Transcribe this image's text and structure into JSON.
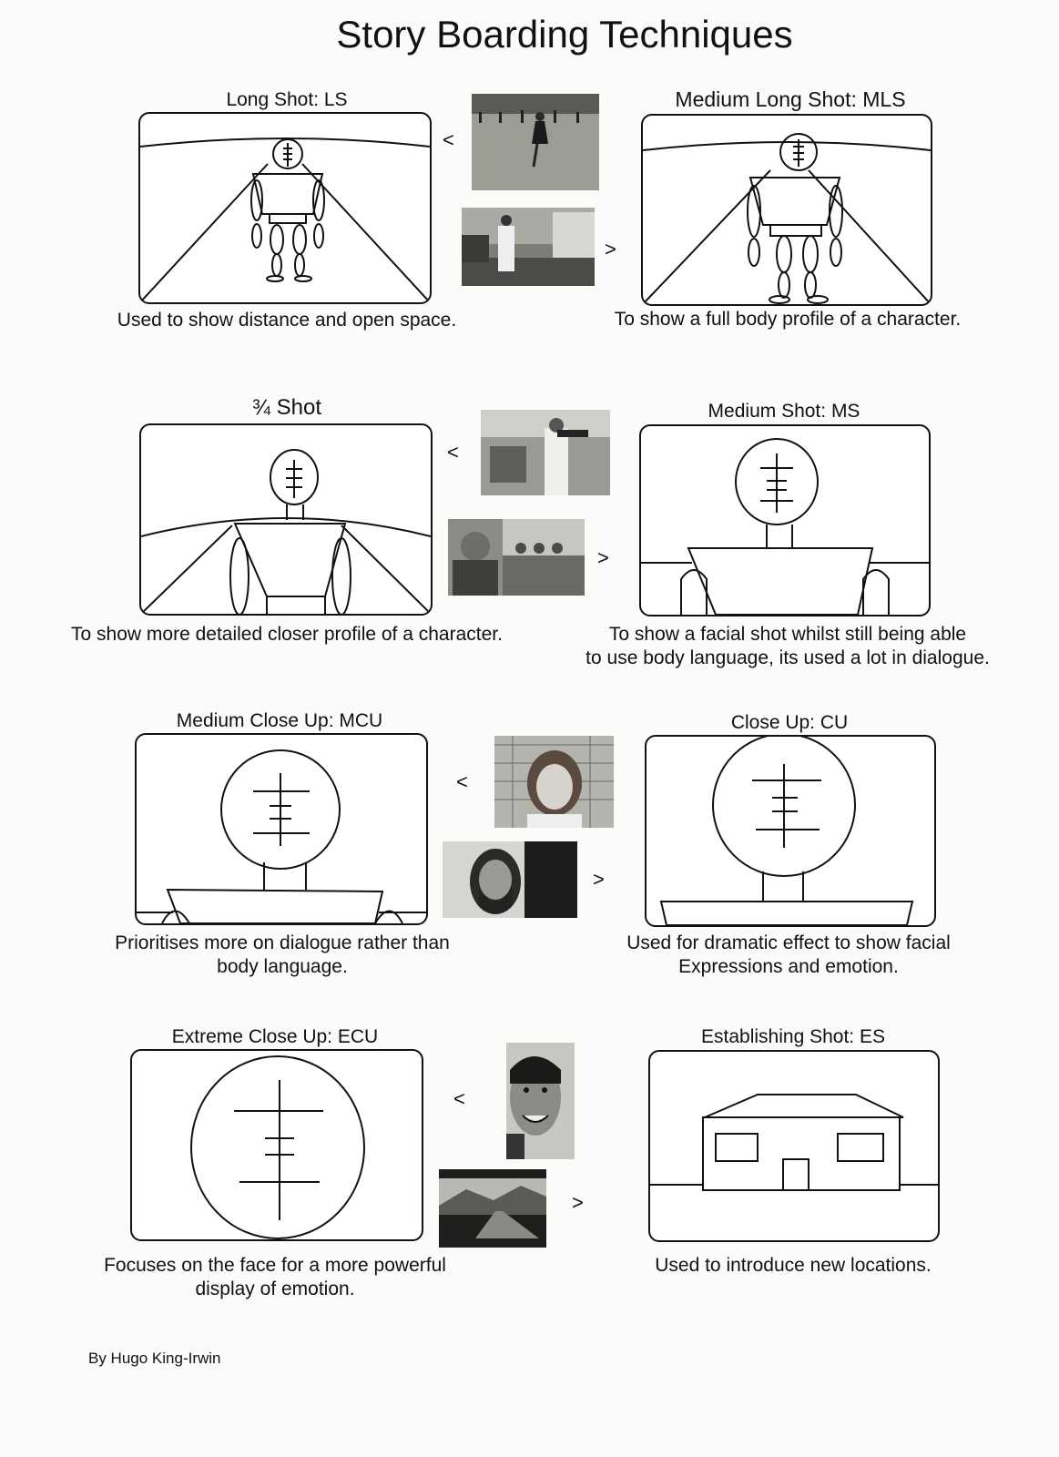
{
  "title": "Story Boarding Techniques",
  "byline": "By Hugo King-Irwin",
  "arrows": {
    "left": "<",
    "right": ">"
  },
  "shots": [
    {
      "label": "Long Shot: LS",
      "caption": [
        "Used to show distance and open space."
      ]
    },
    {
      "label": "Medium Long Shot: MLS",
      "caption": [
        "To show a full body profile of a character."
      ]
    },
    {
      "label": "¾ Shot",
      "caption": [
        "To show more detailed closer profile of a character."
      ]
    },
    {
      "label": "Medium Shot: MS",
      "caption": [
        "To show a facial shot whilst still being able",
        "to use body language, its used a lot in dialogue."
      ]
    },
    {
      "label": "Medium Close Up: MCU",
      "caption": [
        "Prioritises more on dialogue rather than",
        "body language."
      ]
    },
    {
      "label": "Close Up: CU",
      "caption": [
        "Used for dramatic effect to show facial",
        "Expressions and emotion."
      ]
    },
    {
      "label": "Extreme Close Up: ECU",
      "caption": [
        "Focuses on the face for a more powerful",
        "display of emotion."
      ]
    },
    {
      "label": "Establishing Shot: ES",
      "caption": [
        "Used to introduce new locations."
      ]
    }
  ]
}
